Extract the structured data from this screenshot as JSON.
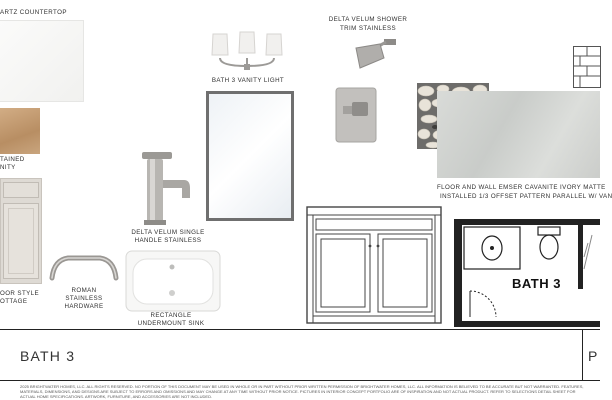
{
  "items": {
    "countertop": "ARTZ COUNTERTOP",
    "shower_trim_1": "DELTA VELUM SHOWER",
    "shower_trim_2": "TRIM STAINLESS",
    "vanity_light": "BATH 3 VANITY LIGHT",
    "stain_1": "TAINED",
    "stain_2": "NITY",
    "faucet_1": "DELTA VELUM SINGLE",
    "faucet_2": "HANDLE STAINLESS",
    "hardware_1": "ROMAN",
    "hardware_2": "STAINLESS",
    "hardware_3": "HARDWARE",
    "sink_1": "RECTANGLE",
    "sink_2": "UNDERMOUNT SINK",
    "door_style_1": "OOR STYLE",
    "door_style_2": "OTTAGE",
    "tile_1": "FLOOR AND WALL EMSER CAVANITE IVORY MATTE",
    "tile_2": "INSTALLED 1/3 OFFSET PATTERN PARALLEL W/ VAN",
    "plan_label": "BATH 3"
  },
  "footer": {
    "title": "BATH 3",
    "title_right": "P",
    "disclaimer": "2025 BRIGHTWATER HOMES, LLC. ALL RIGHTS RESERVED. NO PORTION OF THIS DOCUMENT MAY BE USED IN WHOLE OR IN PART WITHOUT PRIOR WRITTEN PERMISSION OF BRIGHTWATER HOMES, LLC. ALL INFORMATION IS BELIEVED TO BE ACCURATE BUT NOT WARRANTED. FEATURES, MATERIALS, DIMENSIONS, AND DESIGNS ARE SUBJECT TO ERRORS AND OMISSIONS AND MAY CHANGE AT ANY TIME WITHOUT PRIOR NOTICE. PICTURES IN INTERIOR CONCEPT PORTFOLIO ARE OF INSPIRATION AND NOT ACTUAL PRODUCT. REFER TO SELECTIONS DETAIL SHEET FOR ACTUAL HOME SPECIFICATIONS. ARTWORK, FURNITURE, AND ACCESSORIES ARE NOT INCLUDED."
  }
}
